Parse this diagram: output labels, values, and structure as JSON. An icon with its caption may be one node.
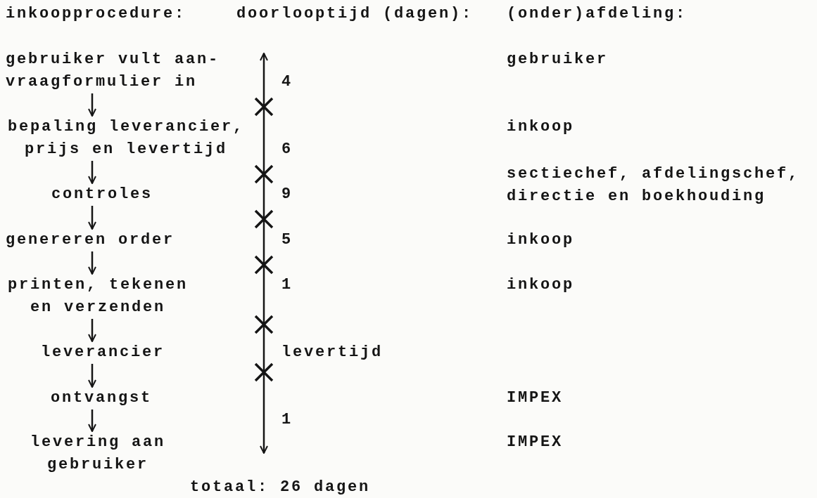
{
  "diagram": {
    "nodes": [
      {
        "text": [
          "gebruiker vult aan- vraagformulier in"
        ]
      },
      {
        "text": [
          "bepaling leverancier, prijs en levertijd"
        ]
      },
      {
        "text": [
          "controles"
        ]
      },
      {
        "text": [
          "genereren order"
        ]
      },
      {
        "text": [
          "printen, tekenen en verzenden"
        ]
      },
      {
        "text": [
          "leverancier"
        ]
      },
      {
        "text": [
          "ontvangst"
        ]
      },
      {
        "text": [
          "levering aan gebruiker"
        ]
      }
    ],
    "edges": [
      {
        "from": 0,
        "to": 1,
        "arrow": "to"
      },
      {
        "from": 1,
        "to": 2,
        "arrow": "to"
      },
      {
        "from": 2,
        "to": 3,
        "arrow": "to"
      },
      {
        "from": 3,
        "to": 4,
        "arrow": "to"
      },
      {
        "from": 4,
        "to": 5,
        "arrow": "to"
      },
      {
        "from": 5,
        "to": 6,
        "arrow": "to"
      },
      {
        "from": 6,
        "to": 7,
        "arrow": "to"
      }
    ],
    "labels": [
      "inkoopprocedure:",
      "doorlooptijd (dagen):",
      "(onder)afdeling:",
      "gebruiker",
      "4",
      "inkoop",
      "6",
      "sectiechef, afdelingschef, directie en boekhouding",
      "9",
      "5",
      "inkoop",
      "1",
      "inkoop",
      "levertijd",
      "IMPEX",
      "1",
      "IMPEX",
      "totaal: 26 dagen"
    ]
  }
}
